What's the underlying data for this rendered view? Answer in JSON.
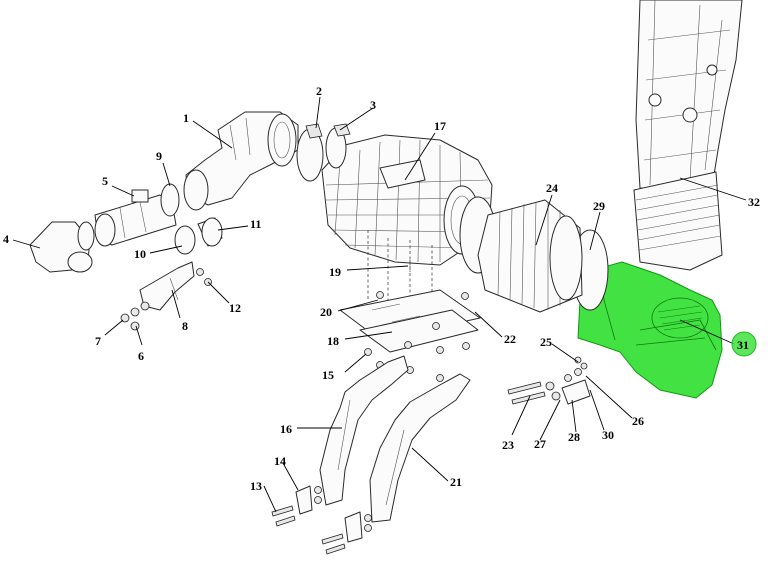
{
  "highlight_color": "#22dd22",
  "callouts": [
    {
      "id": "1",
      "text": "1"
    },
    {
      "id": "2",
      "text": "2"
    },
    {
      "id": "3",
      "text": "3"
    },
    {
      "id": "4",
      "text": "4"
    },
    {
      "id": "5",
      "text": "5"
    },
    {
      "id": "6",
      "text": "6"
    },
    {
      "id": "7",
      "text": "7"
    },
    {
      "id": "8",
      "text": "8"
    },
    {
      "id": "9",
      "text": "9"
    },
    {
      "id": "10",
      "text": "10"
    },
    {
      "id": "11",
      "text": "11"
    },
    {
      "id": "12",
      "text": "12"
    },
    {
      "id": "13",
      "text": "13"
    },
    {
      "id": "14",
      "text": "14"
    },
    {
      "id": "15",
      "text": "15"
    },
    {
      "id": "16",
      "text": "16"
    },
    {
      "id": "17",
      "text": "17"
    },
    {
      "id": "18",
      "text": "18"
    },
    {
      "id": "19",
      "text": "19"
    },
    {
      "id": "20",
      "text": "20"
    },
    {
      "id": "21",
      "text": "21"
    },
    {
      "id": "22",
      "text": "22"
    },
    {
      "id": "23",
      "text": "23"
    },
    {
      "id": "24",
      "text": "24"
    },
    {
      "id": "25",
      "text": "25"
    },
    {
      "id": "26",
      "text": "26"
    },
    {
      "id": "27",
      "text": "27"
    },
    {
      "id": "28",
      "text": "28"
    },
    {
      "id": "29",
      "text": "29"
    },
    {
      "id": "30",
      "text": "30"
    },
    {
      "id": "31",
      "text": "31"
    },
    {
      "id": "32",
      "text": "32"
    }
  ]
}
